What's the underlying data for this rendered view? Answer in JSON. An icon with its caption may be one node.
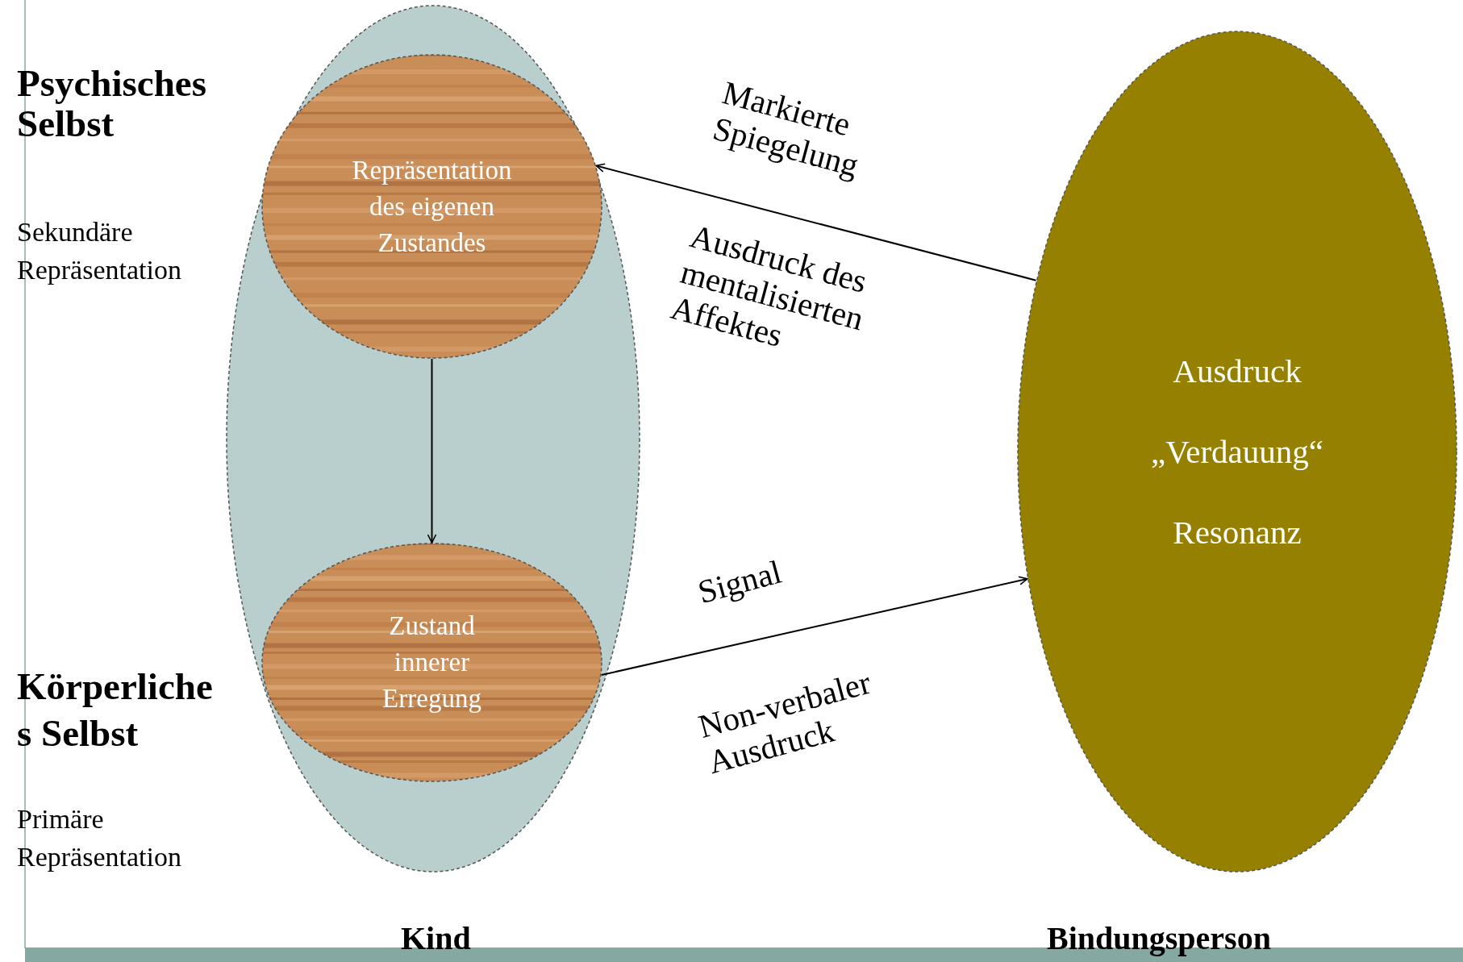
{
  "diagram": {
    "nodes": [
      {
        "text": [],
        "shape": "ellipse"
      },
      {
        "text": [
          "Repräsentation des eigenen Zustandes"
        ],
        "in": 0
      },
      {
        "text": [
          "Zustand innerer Erregung"
        ],
        "in": 0
      },
      {
        "text": [
          "Ausdruck",
          "„Verdauung“",
          "Resonanz"
        ]
      },
      {
        "text": [],
        "shape": "bar"
      }
    ],
    "edges": [
      {
        "from": 1,
        "to": 2,
        "arrow": "to"
      },
      {
        "from": 3,
        "to": 1,
        "arrow": "to",
        "label": "Markierte Spiegelung"
      },
      {
        "from": 2,
        "to": 3,
        "arrow": "to",
        "label": "Signal"
      }
    ],
    "labels": [
      "Psychisches Selbst",
      "Sekundäre Repräsentation",
      "Ausdruck des mentalisierten Affektes",
      "Körperliche s Selbst",
      "Primäre Repräsentation",
      "Non-verbaler Ausdruck",
      "Kind",
      "Bindungsperson"
    ]
  }
}
